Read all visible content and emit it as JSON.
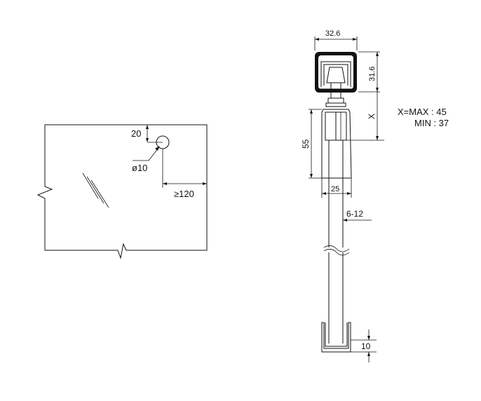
{
  "glass_panel": {
    "dim_hole_offset": "20",
    "dim_hole_diameter": "ø10",
    "dim_edge_distance": "≥120"
  },
  "fitting": {
    "dim_track_width": "32.6",
    "dim_track_height": "31.6",
    "dim_x": "X",
    "x_max": "X=MAX : 45",
    "x_min": "MIN : 37",
    "dim_clamp_height": "55",
    "dim_clamp_width": "25",
    "dim_glass_thickness": "6-12",
    "dim_guide_height": "10"
  }
}
